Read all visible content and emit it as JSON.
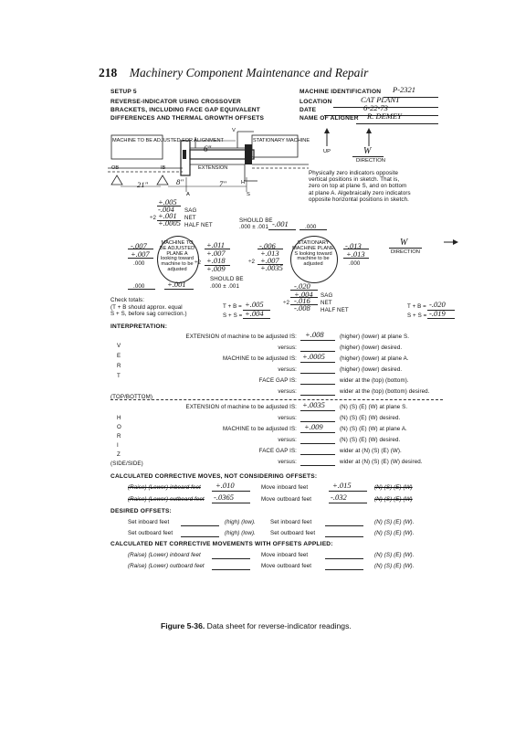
{
  "header": {
    "page_number": "218",
    "book_title": "Machinery Component Maintenance and Repair"
  },
  "setup": {
    "label": "SETUP 5",
    "title_lines": [
      "REVERSE-INDICATOR USING CROSSOVER",
      "BRACKETS, INCLUDING FACE GAP EQUIVALENT",
      "DIFFERENCES AND THERMAL GROWTH OFFSETS"
    ]
  },
  "id_block": {
    "machine_id_label": "MACHINE IDENTIFICATION",
    "machine_id_value": "P-2321",
    "location_label": "LOCATION",
    "location_value": "CAT PLANT",
    "date_label": "DATE",
    "date_value": "6-22-73",
    "aligner_label": "NAME OF ALIGNER",
    "aligner_value": "R. DEMEY"
  },
  "direction": {
    "up": "UP",
    "w": "W",
    "label": "DIRECTION"
  },
  "sketch": {
    "machine_box": "MACHINE TO BE ADJUSTED FOR ALIGNMENT",
    "stationary_box": "STATIONARY MACHINE",
    "ob": "OB",
    "ib": "IB",
    "extension": "EXTENSION",
    "dim_6": "6\"",
    "dim_21": "21\"",
    "dim_8": "8\"",
    "dim_7": "7\"",
    "label_a": "A",
    "label_s": "S",
    "label_v": "V",
    "label_h": "H"
  },
  "note": [
    "Physically zero indicators opposite",
    "vertical positions in sketch. That is,",
    "zero on top at plane S, and on bottom",
    "at plane A. Algebraically zero indicators",
    "opposite horizontal positions in sketch."
  ],
  "left_calc": {
    "top": "+.005",
    "bottom": "-.004",
    "sag": "SAG",
    "div": "÷2",
    "net_val": "+.001",
    "net": "NET",
    "half_val": "+.0005",
    "half": "HALF NET",
    "should_be": "SHOULD BE",
    "should_val": ".000 ± .001",
    "should_actual": "-.001",
    "zero": ".000"
  },
  "plane_a": {
    "oval": "MACHINE TO BE ADJUSTED PLANE A looking toward machine to be adjusted",
    "left_top": "-.007",
    "left_mid": "+.007",
    "left_zero": ".000",
    "r_top": "+.011",
    "r_mid": "+.007",
    "div": "÷2",
    "r_net": "+.018",
    "r_half": "+.009",
    "bottom_zero": ".000",
    "bottom_val": "+.001",
    "should_be": "SHOULD BE",
    "should_val": ".000 ± .001"
  },
  "plane_s": {
    "oval": "STATIONARY MACHINE PLANE S looking toward machine to be adjusted",
    "l_top": "-.006",
    "l_mid": "+.013",
    "div": "÷2",
    "l_net": "+.007",
    "l_half": "+.0035",
    "r_top": "-.013",
    "r_mid": "+.013",
    "r_zero": ".000",
    "w": "W",
    "dir": "DIRECTION",
    "b_top": "-.020",
    "b_sag": "+.004",
    "sag": "SAG",
    "b_net": "-.016",
    "net": "NET",
    "b_half": "-.008",
    "half": "HALF NET"
  },
  "check": {
    "label": "Check totals:",
    "line1": "(T + B should approx. equal",
    "line2": "S + S, before sag correction.)",
    "tb_a": "T + B =",
    "tb_a_val": "+.005",
    "ss_a": "S + S =",
    "ss_a_val": "+.004",
    "tb_s": "T + B =",
    "tb_s_val": "-.020",
    "ss_s": "S + S =",
    "ss_s_val": "-.019"
  },
  "interpretation": {
    "title": "INTERPRETATION:",
    "vert_letters": [
      "V",
      "E",
      "R",
      "T"
    ],
    "horz_letters": [
      "H",
      "O",
      "R",
      "I",
      "Z"
    ],
    "top_bottom": "(TOP/BOTTOM)",
    "side_side": "(SIDE/SIDE)",
    "v_rows": [
      {
        "label": "EXTENSION of machine to be adjusted IS:",
        "value": "+.008",
        "right": "(higher) (lower) at plane S."
      },
      {
        "label": "versus:",
        "value": "",
        "right": "(higher) (lower) desired."
      },
      {
        "label": "MACHINE to be adjusted IS:",
        "value": "+.0005",
        "right": "(higher) (lower) at plane A."
      },
      {
        "label": "versus:",
        "value": "",
        "right": "(higher) (lower) desired."
      },
      {
        "label": "FACE GAP IS:",
        "value": "",
        "right": "wider at the (top) (bottom)."
      },
      {
        "label": "versus:",
        "value": "",
        "right": "wider at the (top) (bottom) desired."
      }
    ],
    "h_rows": [
      {
        "label": "EXTENSION of machine to be adjusted IS:",
        "value": "+.0035",
        "right": "(N) (S) (E) (W) at plane S."
      },
      {
        "label": "versus:",
        "value": "",
        "right": "(N) (S) (E) (W) desired."
      },
      {
        "label": "MACHINE to be adjusted IS:",
        "value": "+.009",
        "right": "(N) (S) (E) (W) at plane A."
      },
      {
        "label": "versus:",
        "value": "",
        "right": "(N) (S) (E) (W) desired."
      },
      {
        "label": "FACE GAP IS:",
        "value": "",
        "right": "wider at (N) (S) (E) (W)."
      },
      {
        "label": "versus:",
        "value": "",
        "right": "wider at (N) (S) (E) (W) desired."
      }
    ]
  },
  "calc_moves": {
    "title": "CALCULATED CORRECTIVE MOVES, NOT CONSIDERING OFFSETS:",
    "r1_prefix": "(Raise) (Lower) inboard feet",
    "r1_val": "+.010",
    "r1_mid": "Move inboard feet",
    "r1_val2": "+.015",
    "r1_suffix": "(N) (S) (E) (W)",
    "r2_prefix": "(Raise) (Lower) outboard feet",
    "r2_val": "-.0365",
    "r2_mid": "Move outboard feet",
    "r2_val2": "-.032",
    "r2_suffix": "(N) (S) (E) (W)"
  },
  "desired": {
    "title": "DESIRED OFFSETS:",
    "r1_prefix": "Set inboard feet",
    "r1_mid": "(high) (low).",
    "r1_mid2": "Set inboard feet",
    "r1_suffix": "(N) (S) (E) (W).",
    "r2_prefix": "Set outboard feet",
    "r2_mid": "(high) (low).",
    "r2_mid2": "Set outboard feet",
    "r2_suffix": "(N) (S) (E) (W)."
  },
  "net_moves": {
    "title": "CALCULATED NET CORRECTIVE MOVEMENTS WITH OFFSETS APPLIED:",
    "r1_prefix": "(Raise) (Lower) inboard feet",
    "r1_mid": "Move inboard feet",
    "r1_suffix": "(N) (S) (E) (W).",
    "r2_prefix": "(Raise) (Lower) outboard feet",
    "r2_mid": "Move outboard feet",
    "r2_suffix": "(N) (S) (E) (W)."
  },
  "figure": {
    "label": "Figure 5-36.",
    "text": "Data sheet for reverse-indicator readings."
  }
}
